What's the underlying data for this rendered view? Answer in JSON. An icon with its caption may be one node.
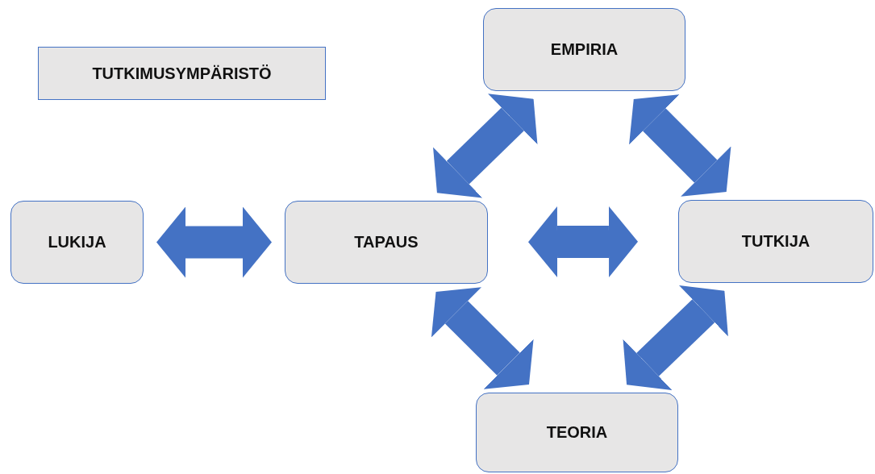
{
  "diagram": {
    "nodes": [
      {
        "text": [
          "TUTKIMUSYMPÄRISTÖ"
        ]
      },
      {
        "text": [
          "EMPIRIA"
        ]
      },
      {
        "text": [
          "LUKIJA"
        ]
      },
      {
        "text": [
          "TAPAUS"
        ]
      },
      {
        "text": [
          "TUTKIJA"
        ]
      },
      {
        "text": [
          "TEORIA"
        ]
      }
    ],
    "edges": [
      {
        "from": 2,
        "to": 3,
        "arrow": "both"
      },
      {
        "from": 3,
        "to": 1,
        "arrow": "both"
      },
      {
        "from": 1,
        "to": 4,
        "arrow": "both"
      },
      {
        "from": 3,
        "to": 4,
        "arrow": "both"
      },
      {
        "from": 3,
        "to": 5,
        "arrow": "both"
      },
      {
        "from": 5,
        "to": 4,
        "arrow": "both"
      }
    ]
  }
}
